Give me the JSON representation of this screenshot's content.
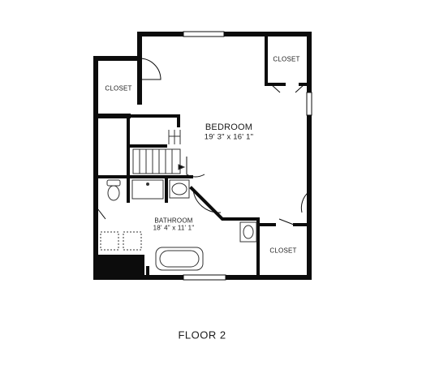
{
  "floor": {
    "title": "FLOOR 2"
  },
  "rooms": {
    "bedroom": {
      "name": "BEDROOM",
      "dimensions": "19' 3\" x 16' 1\""
    },
    "bathroom": {
      "name": "BATHROOM",
      "dimensions": "18' 4\" x 11' 1\""
    },
    "closet_top_right": {
      "name": "CLOSET"
    },
    "closet_left": {
      "name": "CLOSET"
    },
    "closet_bottom_right": {
      "name": "CLOSET"
    }
  },
  "colors": {
    "wall": "#0c0c0c",
    "background": "#ffffff",
    "fixture": "#333333"
  }
}
